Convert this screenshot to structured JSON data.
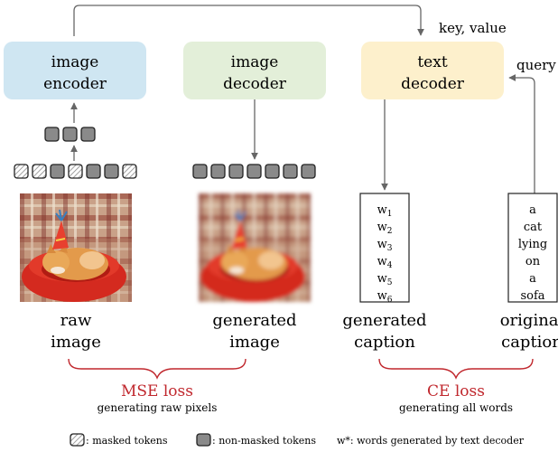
{
  "blocks": {
    "encoder": {
      "line1": "image",
      "line2": "encoder"
    },
    "image_decoder": {
      "line1": "image",
      "line2": "decoder"
    },
    "text_decoder": {
      "line1": "text",
      "line2": "decoder"
    }
  },
  "edge_labels": {
    "key_value": "key, value",
    "query": "query"
  },
  "images": {
    "raw": {
      "line1": "raw",
      "line2": "image"
    },
    "generated": {
      "line1": "generated",
      "line2": "image"
    }
  },
  "captions": {
    "generated": {
      "line1": "generated",
      "line2": "caption",
      "words": [
        "w1",
        "w2",
        "w3",
        "w4",
        "w5",
        "w6"
      ]
    },
    "original": {
      "line1": "original",
      "line2": "caption",
      "words": [
        "a",
        "cat",
        "lying",
        "on",
        "a",
        "sofa"
      ]
    }
  },
  "losses": {
    "mse": {
      "title": "MSE loss",
      "desc": "generating raw pixels"
    },
    "ce": {
      "title": "CE loss",
      "desc": "generating all words"
    }
  },
  "legend": {
    "masked": ": masked tokens",
    "nonmasked": ": non-masked tokens",
    "words": "w*: words generated by text decoder"
  },
  "colors": {
    "encoder": "#cfe6f2",
    "image_decoder": "#e3efd9",
    "text_decoder": "#fdf0cc",
    "loss": "#c0272d",
    "token": "#8a8a8a"
  }
}
